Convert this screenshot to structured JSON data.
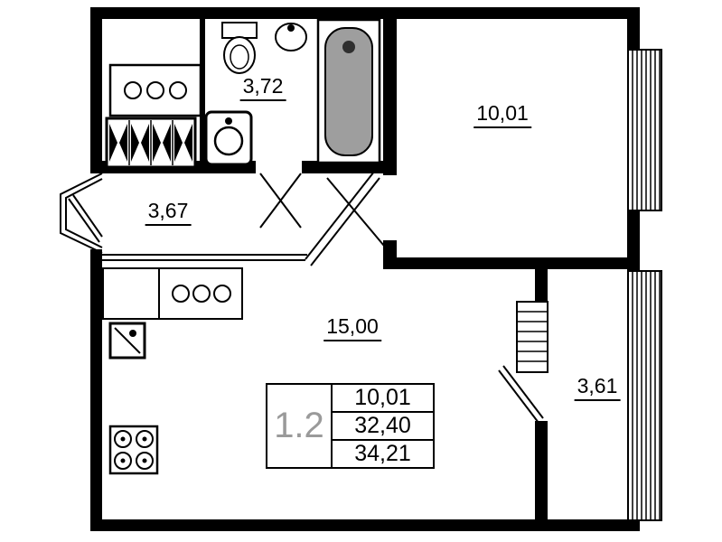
{
  "floorplan": {
    "labels": {
      "bathroom": "3,72",
      "bedroom": "10,01",
      "hallway": "3,67",
      "living_room": "15,00",
      "balcony": "3,61"
    },
    "info_box": {
      "unit_type": "1.2",
      "area_rows": [
        "10,01",
        "32,40",
        "34,21"
      ]
    },
    "fixtures": [
      "bathtub",
      "toilet",
      "washbasin",
      "small-washbasin",
      "wardrobe",
      "laundry-counter",
      "kitchen-counter",
      "kitchen-sink",
      "stove",
      "entry-door",
      "windows",
      "door-swings"
    ],
    "colors": {
      "wall": "#000000",
      "background": "#ffffff",
      "tub_fill": "#9e9e9e",
      "unit_type_color": "#9a9a9a"
    }
  }
}
